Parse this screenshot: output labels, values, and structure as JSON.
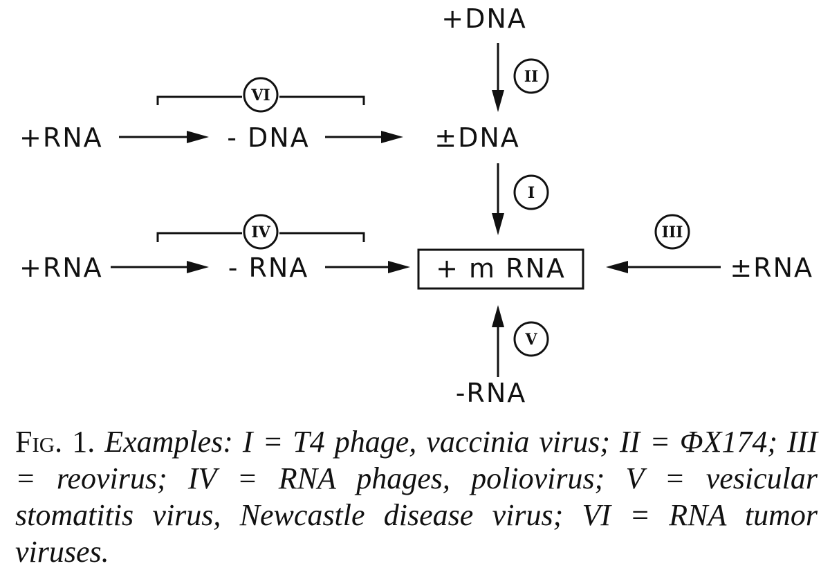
{
  "nodes": {
    "plus_dna": "+DNA",
    "pm_dna": "±DNA",
    "plus_rna_top": "+RNA",
    "minus_dna": "- DNA",
    "plus_rna_mid": "+RNA",
    "minus_rna_mid": "- RNA",
    "plus_mrna": "+ m RNA",
    "pm_rna": "±RNA",
    "minus_rna_bottom": "-RNA"
  },
  "pathways": {
    "I": "I",
    "II": "II",
    "III": "III",
    "IV": "IV",
    "V": "V",
    "VI": "VI"
  },
  "caption": {
    "label": "Fig. 1.",
    "text": "Examples: I = T4 phage, vaccinia virus; II = ΦX174; III = reovirus; IV = RNA phages, poliovirus; V = vesicular stomatitis virus, Newcastle disease virus; VI = RNA tumor viruses."
  }
}
